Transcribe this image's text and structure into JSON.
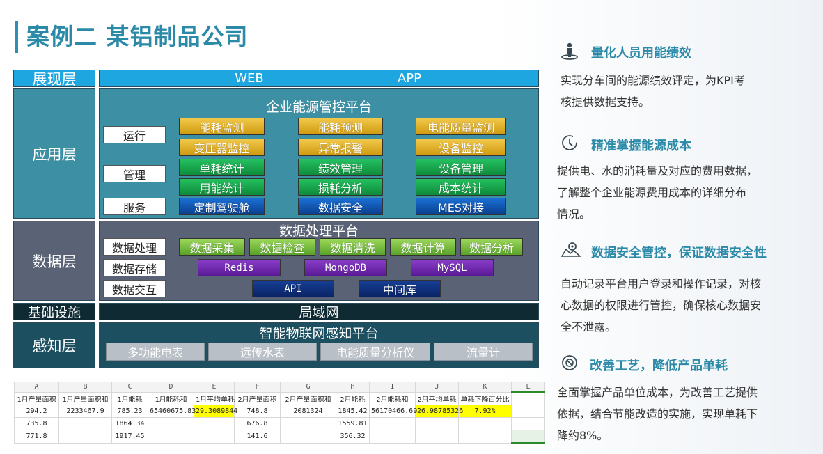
{
  "title": "案例二 某铝制品公司",
  "diagram": {
    "presentation": {
      "label": "展现层",
      "web": "WEB",
      "app": "APP"
    },
    "application": {
      "label": "应用层",
      "platform": "企业能源管控平台",
      "categories": [
        "运行",
        "管理",
        "服务"
      ],
      "modules": [
        [
          "能耗监测",
          "能耗预测",
          "电能质量监测"
        ],
        [
          "变压器监控",
          "异常报警",
          "设备监控"
        ],
        [
          "单耗统计",
          "绩效管理",
          "设备管理"
        ],
        [
          "用能统计",
          "损耗分析",
          "成本统计"
        ],
        [
          "定制驾驶舱",
          "数据安全",
          "MES对接"
        ]
      ]
    },
    "data": {
      "label": "数据层",
      "platform": "数据处理平台",
      "categories": [
        "数据处理",
        "数据存储",
        "数据交互"
      ],
      "processing": [
        "数据采集",
        "数据检查",
        "数据清洗",
        "数据计算",
        "数据分析"
      ],
      "storage": [
        "Redis",
        "MongoDB",
        "MySQL"
      ],
      "interaction": [
        "API",
        "中间库"
      ]
    },
    "infrastructure": {
      "label": "基础设施",
      "content": "局域网"
    },
    "perception": {
      "label": "感知层",
      "platform": "智能物联网感知平台",
      "devices": [
        "多功能电表",
        "远传水表",
        "电能质量分析仪",
        "流量计"
      ]
    }
  },
  "sheet": {
    "columns": [
      "A",
      "B",
      "C",
      "D",
      "E",
      "F",
      "G",
      "H",
      "I",
      "J",
      "K",
      "L"
    ],
    "headers": [
      "1月产量面积",
      "1月产量面积和",
      "1月能耗",
      "1月能耗和",
      "1月平均单耗",
      "2月产量面积",
      "2月产量面积和",
      "2月能耗",
      "2月能耗和",
      "2月平均单耗",
      "单耗下降百分比",
      ""
    ],
    "rows": [
      [
        "294.2",
        "2233467.9",
        "785.23",
        "65460675.83",
        "29.3089844",
        "748.8",
        "2081324",
        "1845.42",
        "56170466.69",
        "26.98785326",
        "7.92%",
        ""
      ],
      [
        "735.8",
        "",
        "1864.34",
        "",
        "",
        "676.8",
        "",
        "1559.81",
        "",
        "",
        "",
        ""
      ],
      [
        "771.8",
        "",
        "1917.45",
        "",
        "",
        "141.6",
        "",
        "356.32",
        "",
        "",
        "",
        ""
      ]
    ]
  },
  "benefits": [
    {
      "icon": "person-pin-icon",
      "title": "量化人员用能绩效",
      "lines": [
        "实现分车间的能源绩效评定，为KPI考",
        "核提供数据支持。"
      ]
    },
    {
      "icon": "clock-icon",
      "title": "精准掌握能源成本",
      "lines": [
        "提供电、水的消耗量及对应的费用数据，",
        "了解整个企业能源费用成本的详细分布",
        "情况。"
      ]
    },
    {
      "icon": "map-pin-icon",
      "title": "数据安全管控，保证数据安全性",
      "lines": [
        "自动记录平台用户登录和操作记录，对核",
        "心数据的权限进行管控，确保核心数据安",
        "全不泄露。"
      ]
    },
    {
      "icon": "settings-dial-icon",
      "title": "改善工艺，降低产品单耗",
      "lines": [
        "全面掌握产品单位成本，为改善工艺提供",
        "依据，结合节能改造的实施，实现单耗下",
        "降约8%。"
      ]
    }
  ],
  "colors": {
    "accent": "#2b8aa8",
    "cyan": "#1ea6e0",
    "app_bg": "#3d8fa3",
    "data_bg": "#5a6275",
    "infra_bg": "#0f2a33",
    "perception_bg": "#1c5060"
  }
}
